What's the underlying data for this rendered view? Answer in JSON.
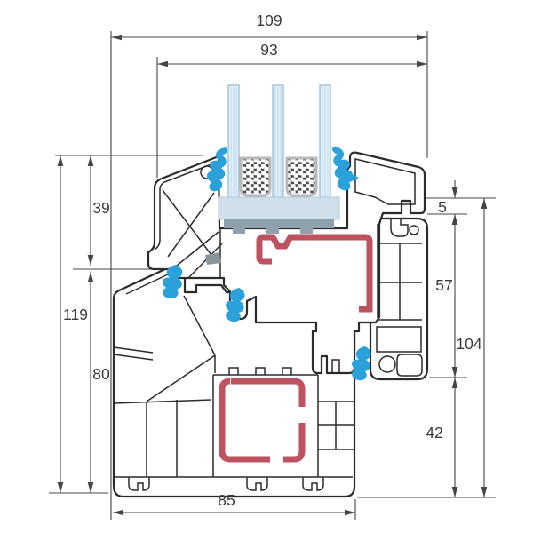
{
  "diagram": {
    "kind": "window-profile-cross-section",
    "dimensions": {
      "overall_width": {
        "label": "109",
        "orientation": "horizontal",
        "position": "top"
      },
      "glazing_width": {
        "label": "93",
        "orientation": "horizontal",
        "position": "top"
      },
      "sash_face_height": {
        "label": "39",
        "orientation": "vertical",
        "position": "left"
      },
      "total_left_height": {
        "label": "119",
        "orientation": "vertical",
        "position": "left"
      },
      "lower_left_height": {
        "label": "80",
        "orientation": "vertical",
        "position": "left"
      },
      "rebate_gap": {
        "label": "5",
        "orientation": "vertical",
        "position": "right"
      },
      "upper_right_height": {
        "label": "57",
        "orientation": "vertical",
        "position": "right"
      },
      "frame_right_height": {
        "label": "104",
        "orientation": "vertical",
        "position": "right"
      },
      "sill_right_height": {
        "label": "42",
        "orientation": "vertical",
        "position": "right"
      },
      "base_width": {
        "label": "85",
        "orientation": "horizontal",
        "position": "bottom"
      }
    },
    "components": [
      "triple-glazing-panes",
      "glass-spacer-bars",
      "setting-block",
      "sash-profile",
      "frame-profile",
      "frame-side-wing",
      "steel-reinforcement-sash",
      "steel-reinforcement-frame",
      "rubber-gaskets"
    ],
    "colors": {
      "outline": "#2b2b2b",
      "dimension_lines": "#454545",
      "reinforcement_red": "#bf5260",
      "gasket_blue": "#2ba1dc",
      "glass_fill": "#e4f1fa",
      "glass_stripe": "#bcd9ec",
      "glass_edge": "#8fb8d0",
      "spacer_fill": "#4a4a4a",
      "spacer_rim": "#b9b9b9",
      "setting_block": "#cfe0ea",
      "setting_block_base": "#8fa1ac"
    }
  }
}
